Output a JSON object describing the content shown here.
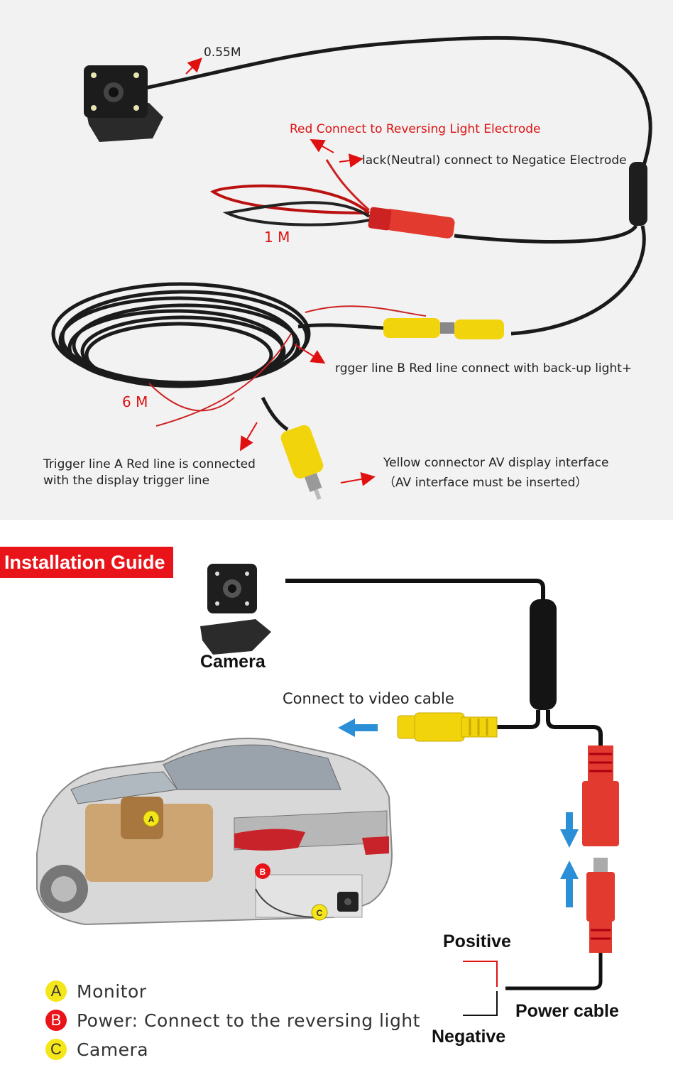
{
  "top_photo": {
    "labels": {
      "length_camera": "0.55M",
      "red_wire": "Red Connect to Reversing Light Electrode",
      "black_wire": "lack(Neutral) connect to Negatice Electrode",
      "length_power": "1 M",
      "trigger_b": "rgger line B Red line connect with back-up light+",
      "length_main": "6 M",
      "trigger_a_line1": "Trigger line A Red line is connected",
      "trigger_a_line2": "with the display trigger line",
      "yellow_line1": "Yellow connector AV display interface",
      "yellow_line2": "（AV interface must be inserted）"
    }
  },
  "installation_guide": {
    "title": "Installation Guide",
    "camera_label": "Camera",
    "video_label": "Connect to video cable",
    "positive_label": "Positive",
    "power_cable_label": "Power cable",
    "negative_label": "Negative",
    "car_markers": [
      "A",
      "B",
      "C"
    ],
    "legend": [
      {
        "marker": "A",
        "text": "Monitor",
        "color": "#f5e61a"
      },
      {
        "marker": "B",
        "text": "Power: Connect to the reversing light",
        "color": "#e8141a"
      },
      {
        "marker": "C",
        "text": "Camera",
        "color": "#f5e61a"
      }
    ]
  },
  "colors": {
    "accent_red": "#e8141a",
    "label_red": "#dd1111",
    "connector_yellow": "#f2d40c",
    "arrow_blue": "#2a8fd6"
  }
}
